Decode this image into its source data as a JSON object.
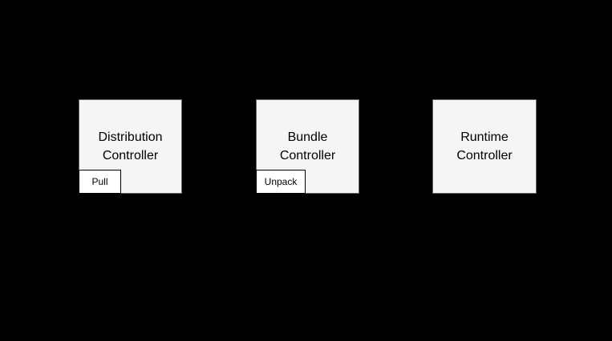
{
  "diagram": {
    "background_color": "#000000",
    "node_fill_color": "#f5f5f5",
    "node_border_color": "#666666",
    "badge_fill_color": "#ffffff",
    "badge_border_color": "#000000",
    "text_color": "#000000",
    "nodes": [
      {
        "label": "Distribution\nController",
        "sub_label": "Pull"
      },
      {
        "label": "Bundle\nController",
        "sub_label": "Unpack"
      },
      {
        "label": "Runtime\nController"
      }
    ]
  }
}
